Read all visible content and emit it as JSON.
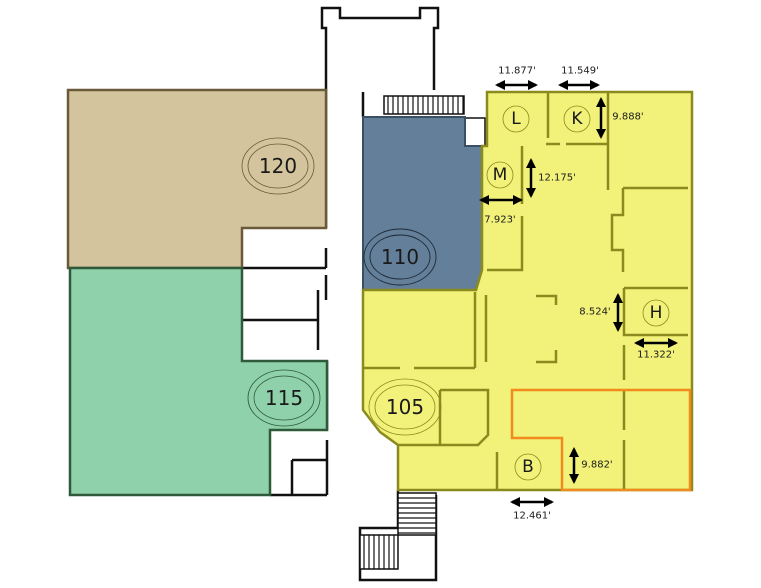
{
  "colors": {
    "suite_120": "#d4c49e",
    "suite_115": "#8fd1aa",
    "suite_110": "#647f99",
    "suite_105": "#f2f27a",
    "highlight_outline": "#f08c1e"
  },
  "suites": [
    {
      "number": "120"
    },
    {
      "number": "115"
    },
    {
      "number": "110"
    },
    {
      "number": "105"
    }
  ],
  "units": [
    {
      "letter": "L"
    },
    {
      "letter": "K"
    },
    {
      "letter": "M"
    },
    {
      "letter": "H"
    },
    {
      "letter": "B"
    }
  ],
  "dimensions": [
    {
      "value": "11.877'"
    },
    {
      "value": "11.549'"
    },
    {
      "value": "9.888'"
    },
    {
      "value": "12.175'"
    },
    {
      "value": "7.923'"
    },
    {
      "value": "8.524'"
    },
    {
      "value": "11.322'"
    },
    {
      "value": "9.882'"
    },
    {
      "value": "12.461'"
    }
  ]
}
